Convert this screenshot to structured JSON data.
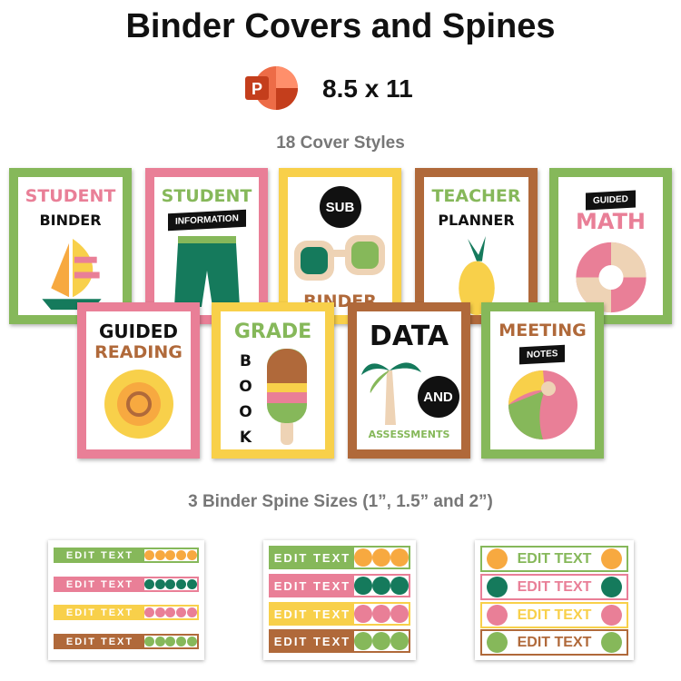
{
  "header": {
    "title": "Binder Covers and Spines",
    "format": "8.5 x 11",
    "app_icon": "powerpoint-icon"
  },
  "covers_heading": "18 Cover Styles",
  "spines_heading": "3 Binder Spine Sizes (1”, 1.5” and 2”)",
  "colors": {
    "green": "#86b85a",
    "pink": "#e97f97",
    "yellow": "#f8d04a",
    "brown": "#b0693a"
  },
  "covers": [
    {
      "line1": "STUDENT",
      "line2": "BINDER",
      "art": "sailboat"
    },
    {
      "line1": "STUDENT",
      "banner": "INFORMATION",
      "art": "swim-shorts"
    },
    {
      "circle": "SUB",
      "line1": "BINDER",
      "art": "sunglasses"
    },
    {
      "line1": "TEACHER",
      "line2": "PLANNER",
      "art": "pineapple"
    },
    {
      "banner": "GUIDED",
      "line1": "MATH",
      "art": "life-ring"
    },
    {
      "line2": "GUIDED",
      "line1": "READING",
      "art": "sun"
    },
    {
      "line1": "GRADE",
      "line2": "BOOK",
      "art": "popsicle"
    },
    {
      "line2": "DATA",
      "circle": "AND",
      "line1": "ASSESSMENTS",
      "art": "palm-tree"
    },
    {
      "line1": "MEETING",
      "banner": "NOTES",
      "art": "beach-ball"
    }
  ],
  "spine_label": "EDIT TEXT"
}
